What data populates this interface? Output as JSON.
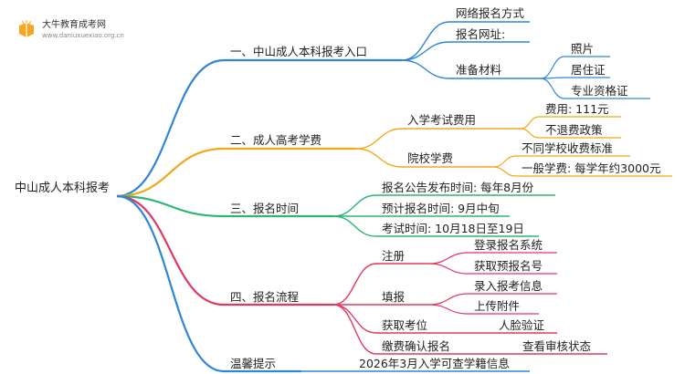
{
  "logo": {
    "name": "大牛教育成考网",
    "url": "www.daniuxuexiao.org.cn"
  },
  "root": "中山成人本科报考",
  "branches": [
    {
      "label": "一、中山成人本科报考入口",
      "color": "#2f86d6",
      "children": [
        {
          "label": "网络报名方式"
        },
        {
          "label": "报名网址:"
        },
        {
          "label": "准备材料",
          "children": [
            "照片",
            "居住证",
            "专业资格证"
          ]
        }
      ]
    },
    {
      "label": "二、成人高考学费",
      "color": "#f0a81c",
      "children": [
        {
          "label": "入学考试费用",
          "children": [
            "费用: 111元",
            "不退费政策"
          ]
        },
        {
          "label": "院校学费",
          "children": [
            "不同学校收费标准",
            "一般学费: 每学年约3000元"
          ]
        }
      ]
    },
    {
      "label": "三、报名时间",
      "color": "#2bb673",
      "children": [
        {
          "label": "报名公告发布时间: 每年8月份"
        },
        {
          "label": "预计报名时间: 9月中旬"
        },
        {
          "label": "考试时间: 10月18日至19日"
        }
      ]
    },
    {
      "label": "四、报名流程",
      "color": "#e2385f",
      "children": [
        {
          "label": "注册",
          "children": [
            "登录报名系统",
            "获取预报名号"
          ]
        },
        {
          "label": "填报",
          "children": [
            "录入报考信息",
            "上传附件"
          ]
        },
        {
          "label": "获取考位",
          "children": [
            "人脸验证"
          ]
        },
        {
          "label": "缴费确认报名",
          "children": [
            "查看审核状态"
          ]
        }
      ]
    },
    {
      "label": "温馨提示",
      "color": "#2f86d6",
      "children": [
        {
          "label": "2026年3月入学可查学籍信息"
        }
      ]
    }
  ]
}
